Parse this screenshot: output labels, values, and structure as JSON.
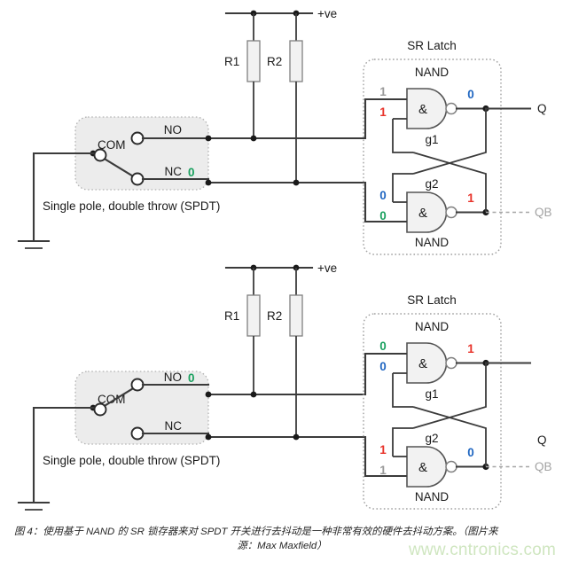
{
  "figure": {
    "caption_line1": "图 4：使用基于 NAND 的 SR 锁存器来对 SPDT 开关进行去抖动是一种非常有效的硬件去抖动方案。（图片来",
    "caption_line2": "源：Max Maxfield）",
    "watermark": "www.cntronics.com"
  },
  "colors": {
    "red": "#e8332a",
    "blue": "#1f66c1",
    "green": "#19a05e",
    "gray": "#9a9a9a",
    "wire": "#3b3b3b"
  },
  "circuits": [
    {
      "id": "top",
      "rail_label": "+ve",
      "resistors": [
        {
          "name": "R1"
        },
        {
          "name": "R2"
        }
      ],
      "switch": {
        "caption": "Single pole, double throw (SPDT)",
        "com_label": "COM",
        "no_label": "NO",
        "nc_label": "NC",
        "position": "nc",
        "no_value": "",
        "nc_value": "0"
      },
      "latch": {
        "title": "SR Latch",
        "top_type_label": "NAND",
        "bottom_type_label": "NAND",
        "g1": {
          "name": "g1",
          "symbol": "&",
          "in_a": "1",
          "in_a_color": "gray",
          "in_b": "1",
          "in_b_color": "red",
          "out": "0",
          "out_color": "blue"
        },
        "g2": {
          "name": "g2",
          "symbol": "&",
          "in_a": "0",
          "in_a_color": "blue",
          "in_b": "0",
          "in_b_color": "green",
          "out": "1",
          "out_color": "red"
        },
        "q_label": "Q",
        "qb_label": "QB"
      }
    },
    {
      "id": "bottom",
      "rail_label": "+ve",
      "resistors": [
        {
          "name": "R1"
        },
        {
          "name": "R2"
        }
      ],
      "switch": {
        "caption": "Single pole, double throw (SPDT)",
        "com_label": "COM",
        "no_label": "NO",
        "nc_label": "NC",
        "position": "no",
        "no_value": "0",
        "nc_value": ""
      },
      "latch": {
        "title": "SR Latch",
        "top_type_label": "NAND",
        "bottom_type_label": "NAND",
        "g1": {
          "name": "g1",
          "symbol": "&",
          "in_a": "0",
          "in_a_color": "green",
          "in_b": "0",
          "in_b_color": "blue",
          "out": "1",
          "out_color": "red"
        },
        "g2": {
          "name": "g2",
          "symbol": "&",
          "in_a": "1",
          "in_a_color": "red",
          "in_b": "1",
          "in_b_color": "gray",
          "out": "0",
          "out_color": "blue"
        },
        "q_label": "Q",
        "qb_label": "QB"
      }
    }
  ]
}
